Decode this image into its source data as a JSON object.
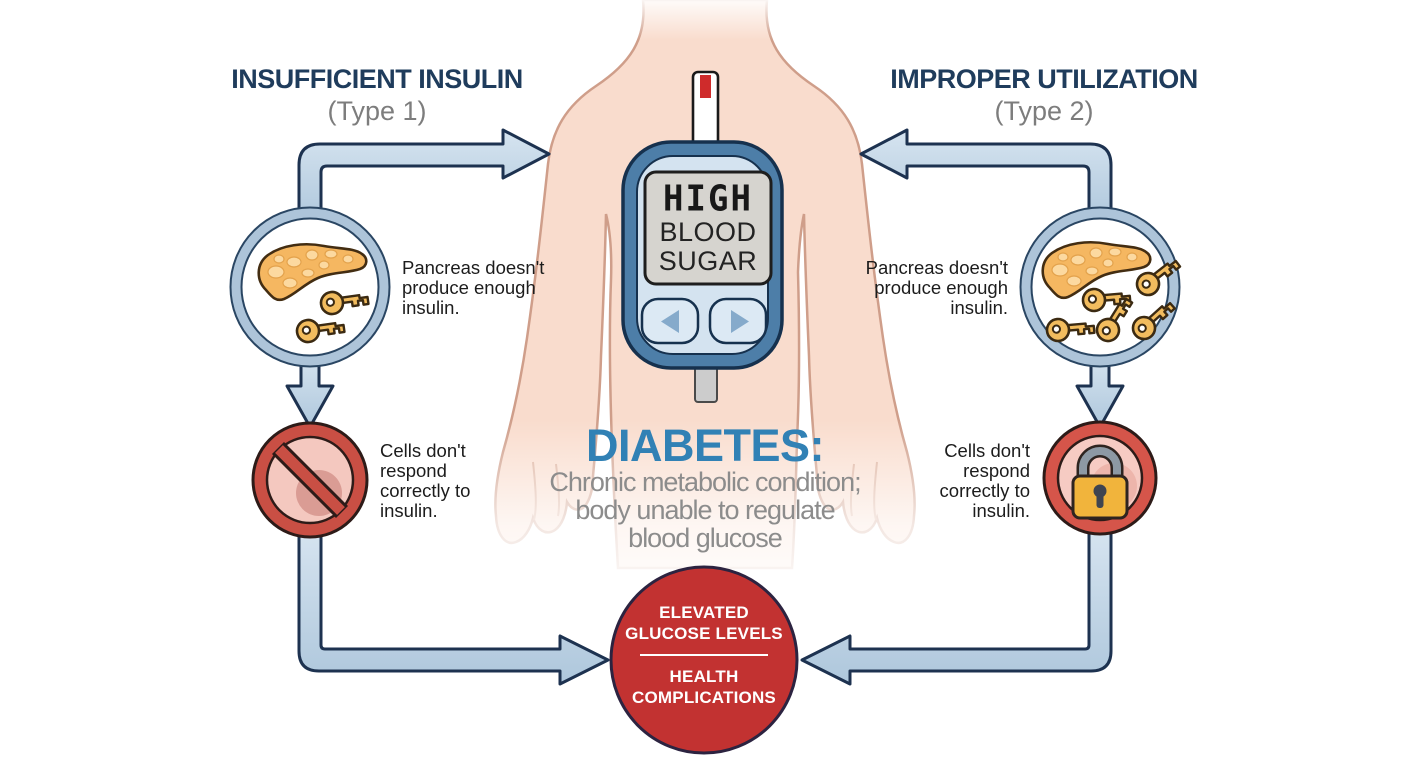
{
  "left_branch": {
    "title": "INSUFFICIENT INSULIN",
    "type_label": "(Type 1)",
    "pancreas_caption": "Pancreas doesn't\nproduce enough\ninsulin.",
    "cells_caption": "Cells don't\nrespond\ncorrectly to\ninsulin."
  },
  "right_branch": {
    "title": "IMPROPER UTILIZATION",
    "type_label": "(Type 2)",
    "pancreas_caption": "Pancreas doesn't\nproduce enough\ninsulin.",
    "cells_caption": "Cells don't\nrespond\ncorrectly to\ninsulin."
  },
  "center": {
    "meter_display_line1": "HIGH",
    "meter_display_line2": "BLOOD",
    "meter_display_line3": "SUGAR",
    "heading": "DIABETES:",
    "description": "Chronic metabolic condition;\nbody unable to regulate\nblood glucose"
  },
  "outcome": {
    "top_label": "ELEVATED\nGLUCOSE LEVELS",
    "bottom_label": "HEALTH\nCOMPLICATIONS"
  },
  "icons": {
    "left_circle": [
      "pancreas-icon",
      "key-icon",
      "key-icon"
    ],
    "right_circle": [
      "pancreas-icon",
      "key-icon",
      "key-icon",
      "key-icon",
      "key-icon",
      "key-icon"
    ],
    "left_block": "no-entry-icon",
    "right_block": "padlock-icon",
    "center": "glucose-meter-icon",
    "background": "body-silhouette"
  },
  "colors": {
    "title_navy": "#1f3c5c",
    "subtitle_gray": "#7d7d7d",
    "arrow_fill": "#bdd3e5",
    "arrow_outline": "#1d3250",
    "ring_blue": "#adc4d9",
    "heading_blue": "#3181b5",
    "description_gray": "#8c8c8c",
    "outcome_red": "#c23231",
    "prohibition_red": "#c94f44",
    "lock_yellow": "#f1b43c",
    "pancreas_orange": "#f5b761",
    "skin": "#f9dccd",
    "meter_blue": "#4d7ea8",
    "lcd_gray": "#d6d4cf"
  }
}
